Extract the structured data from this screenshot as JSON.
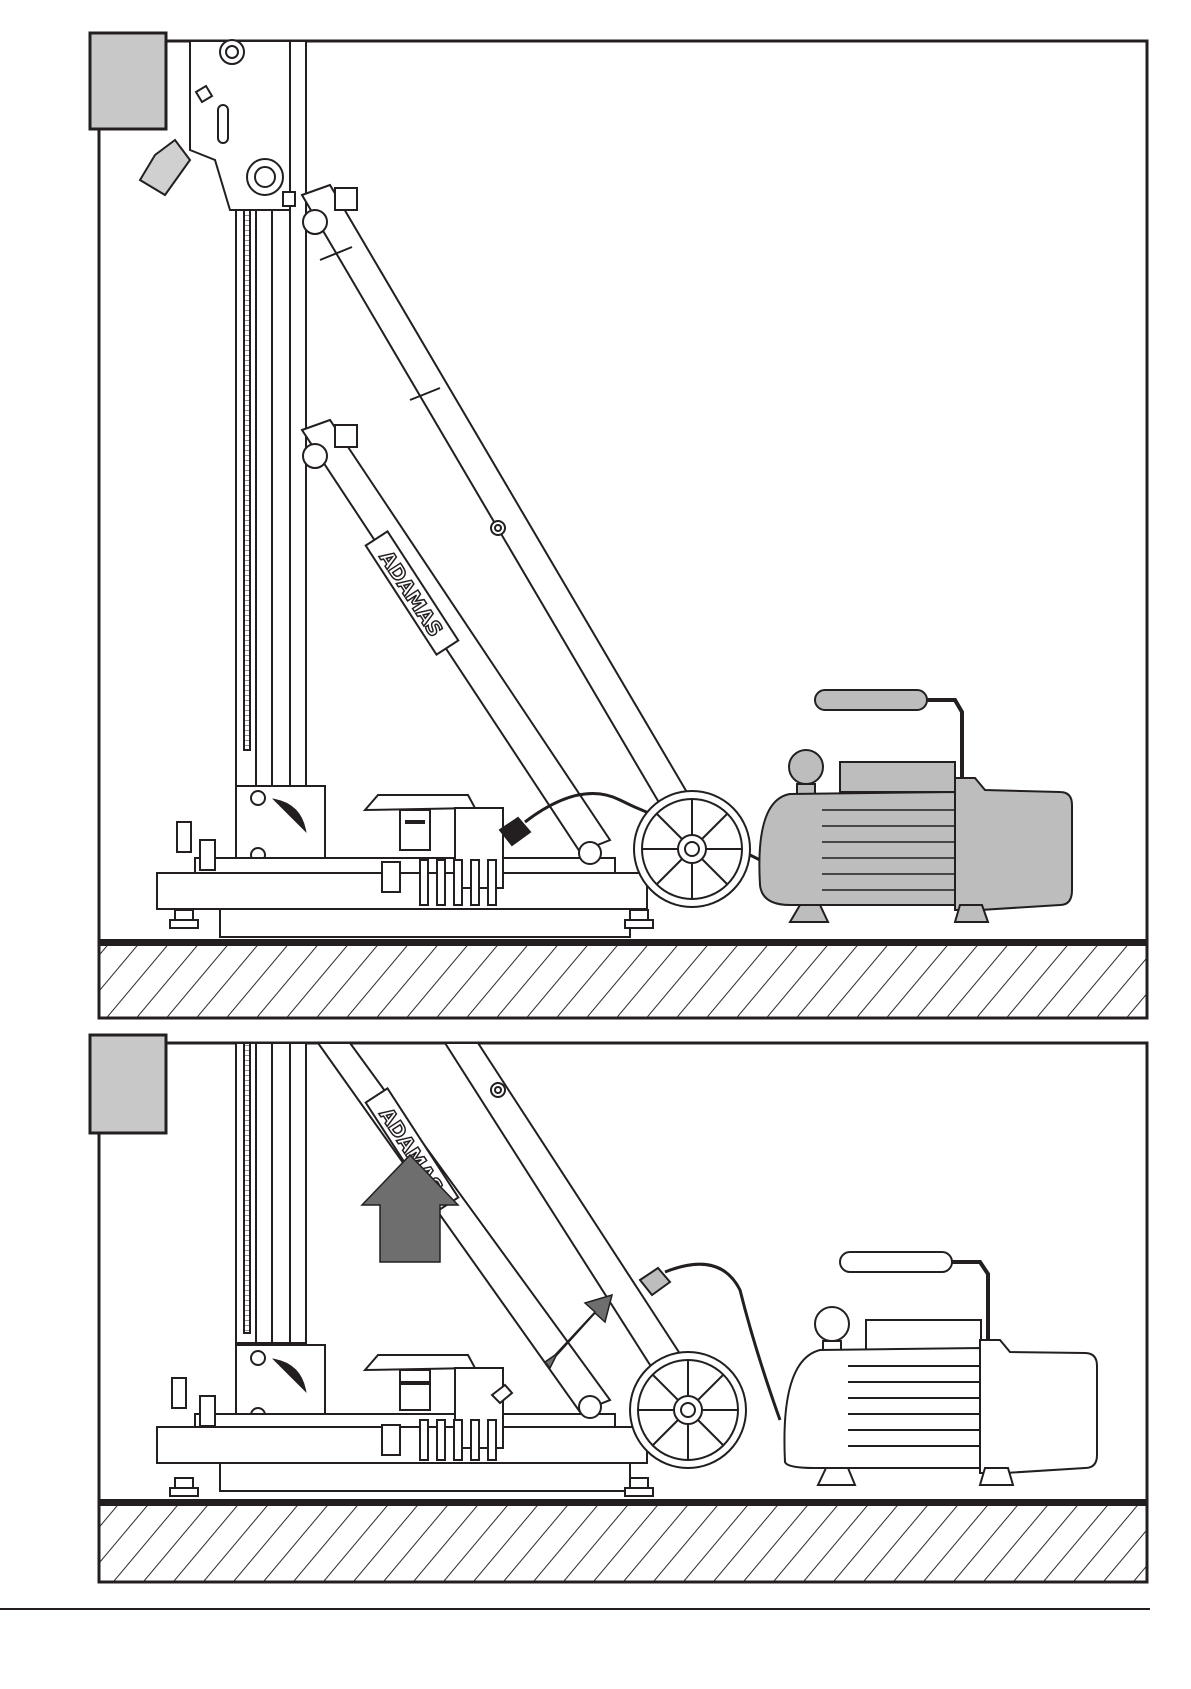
{
  "figures": [
    {
      "label": "",
      "brand_text": "ADAMAS",
      "state": "base-on-floor-vacuum-connected",
      "arrows": []
    },
    {
      "label": "",
      "brand_text": "ADAMAS",
      "state": "base-lifted-vacuum-disconnected",
      "arrows": [
        {
          "direction": "up",
          "meaning": "lift"
        },
        {
          "direction": "up-right",
          "meaning": "tilt-back"
        }
      ]
    }
  ],
  "colors": {
    "line": "#231f20",
    "label_box": "#c8c8c8",
    "pump_fill": "#bdbdbd",
    "arrow_fill": "#6e6e6e",
    "floor_fill": "#ffffff"
  },
  "icons": [
    "drill-stand",
    "vacuum-pump",
    "wheel",
    "arrow-up",
    "arrow-diagonal"
  ]
}
